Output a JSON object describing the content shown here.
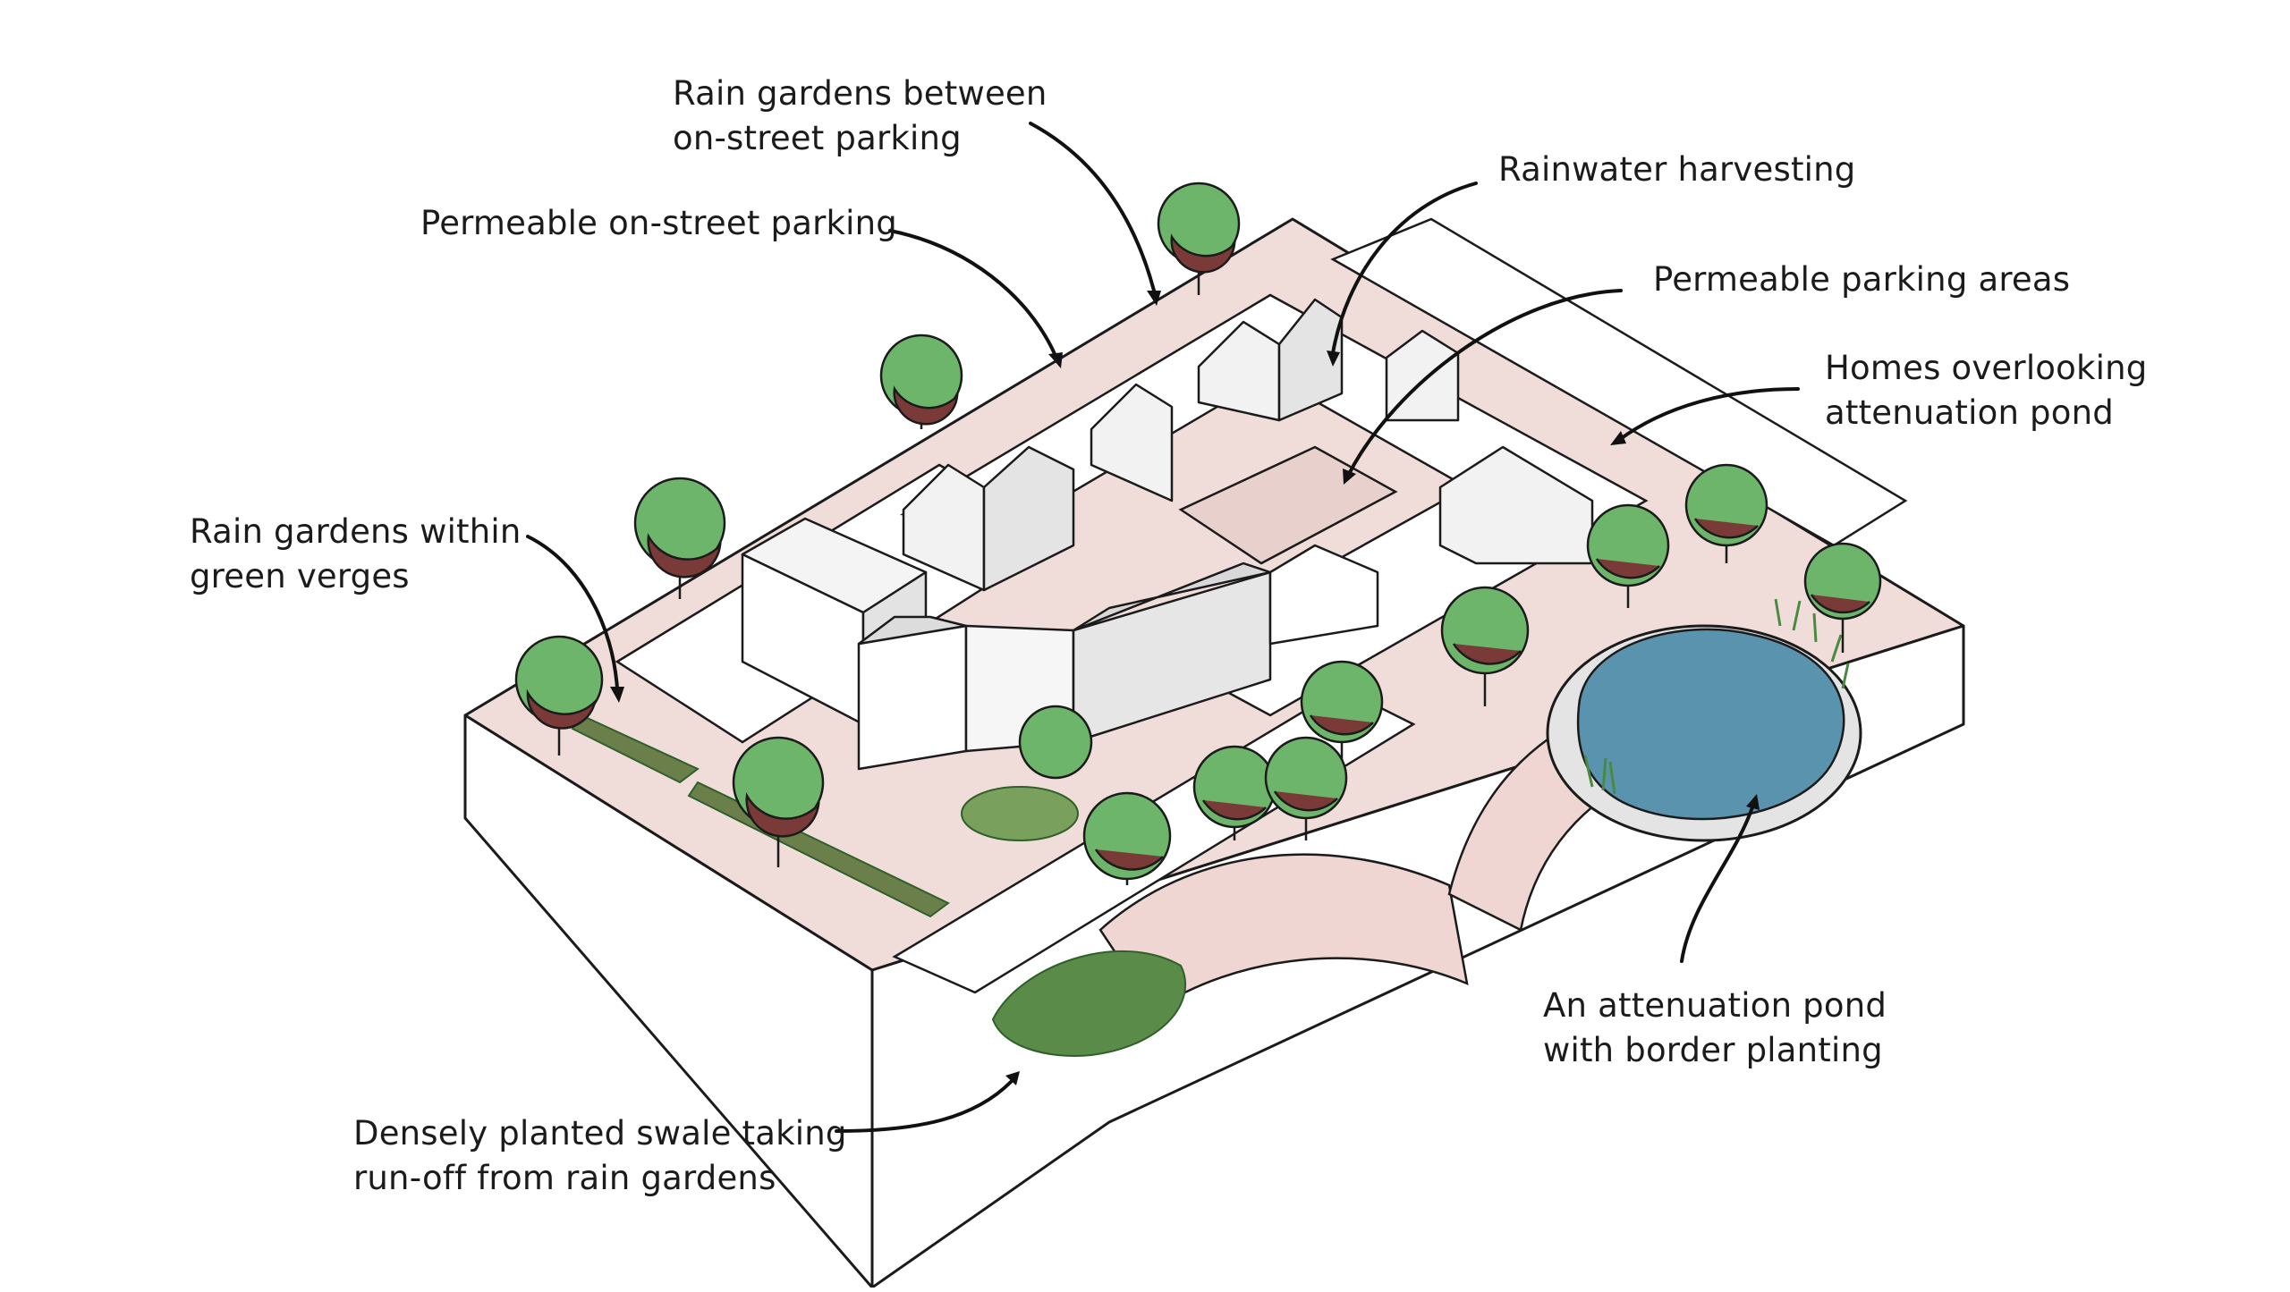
{
  "annotations": {
    "rain_gardens_between": {
      "lines": [
        "Rain gardens between",
        "on-street parking"
      ]
    },
    "permeable_on_street": {
      "lines": [
        "Permeable on-street parking"
      ]
    },
    "rainwater_harvesting": {
      "lines": [
        "Rainwater harvesting"
      ]
    },
    "permeable_parking_areas": {
      "lines": [
        "Permeable parking areas"
      ]
    },
    "homes_overlooking": {
      "lines": [
        "Homes overlooking",
        "attenuation pond"
      ]
    },
    "rain_gardens_within": {
      "lines": [
        "Rain gardens within",
        "green verges"
      ]
    },
    "attenuation_pond": {
      "lines": [
        "An attenuation pond",
        "with border planting"
      ]
    },
    "densely_planted_swale": {
      "lines": [
        "Densely planted swale taking",
        "run-off from rain gardens"
      ]
    }
  },
  "colors": {
    "paving": "#f0dcd8",
    "tree_green": "#6cb56a",
    "tree_brown": "#7a3b38",
    "pond": "#5a93ad",
    "outline": "#1b1b1b",
    "shadow": "#bdbdbd"
  }
}
